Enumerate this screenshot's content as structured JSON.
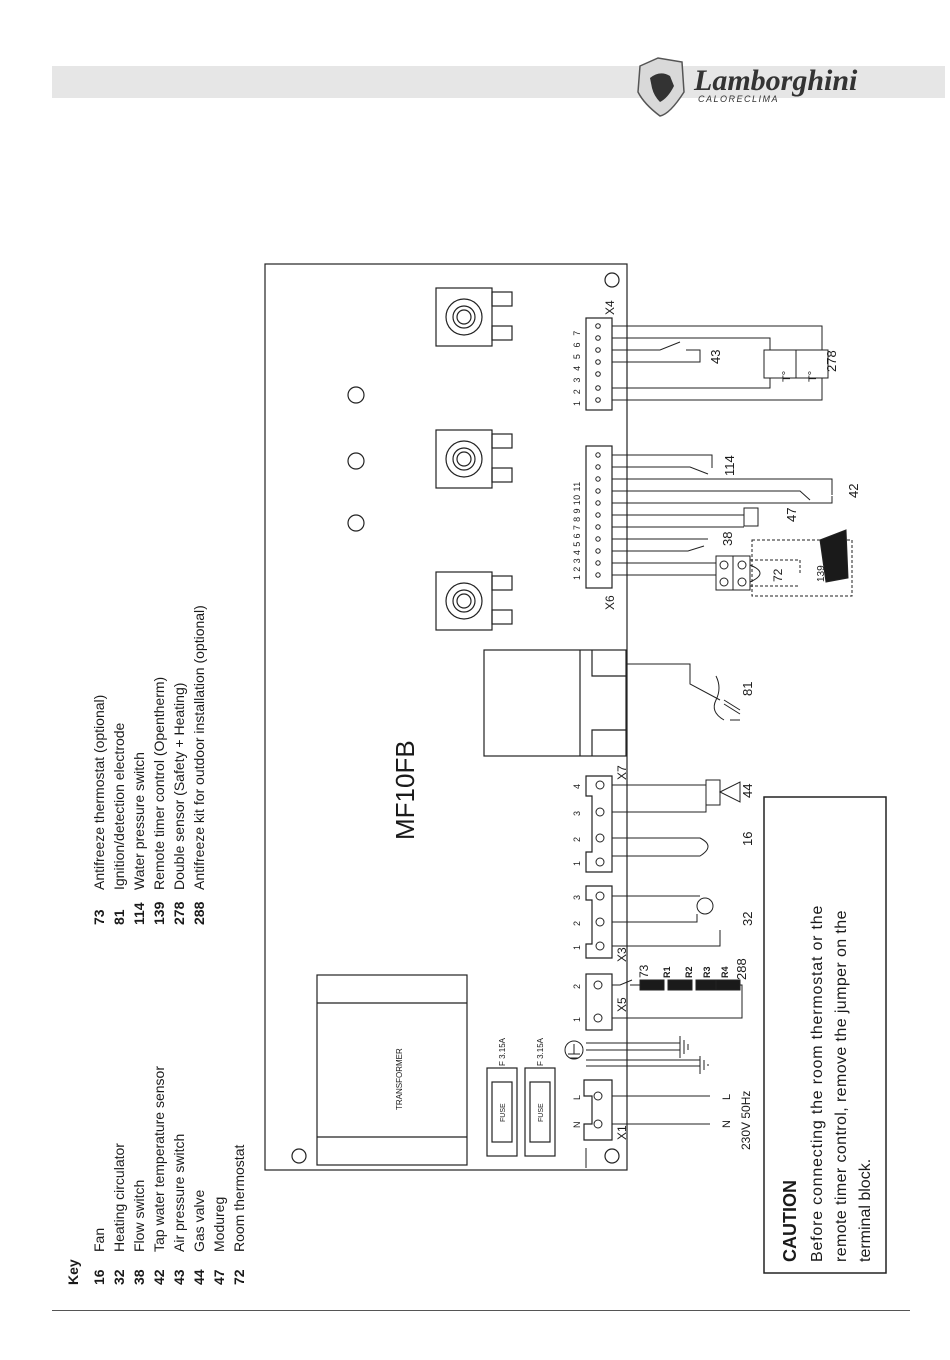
{
  "brand": {
    "name": "Lamborghini",
    "sub": "CALORECLIMA"
  },
  "board": {
    "model": "MF10FB",
    "transformer": "TRANSFORMER",
    "fuse_label": "FUSE",
    "fuse_rating": "F 3.15A",
    "supply": "230V 50Hz",
    "L": "L",
    "N": "N",
    "thermo_T": "T°"
  },
  "connectors": {
    "x1": "X1",
    "x3": "X3",
    "x4": "X4",
    "x5": "X5",
    "x6": "X6",
    "x7": "X7",
    "x4_pins": "1 2 3 4 5 6 7",
    "x6_pins": "1 2 3 4 5 6 7 8 9 10 11",
    "p1": "1",
    "p2": "2",
    "p3": "3",
    "p4": "4",
    "pN": "N",
    "pL": "L"
  },
  "components": {
    "c16": "16",
    "c32": "32",
    "c38": "38",
    "c42": "42",
    "c43": "43",
    "c44": "44",
    "c47": "47",
    "c72": "72",
    "c73": "73",
    "c81": "81",
    "c114": "114",
    "c139": "139",
    "c278": "278",
    "c288": "288",
    "r1": "R1",
    "r2": "R2",
    "r3": "R3",
    "r4": "R4"
  },
  "key": {
    "title": "Key",
    "items": [
      {
        "num": "16",
        "text": "Fan"
      },
      {
        "num": "32",
        "text": "Heating circulator"
      },
      {
        "num": "38",
        "text": "Flow switch"
      },
      {
        "num": "42",
        "text": "Tap water temperature sensor"
      },
      {
        "num": "43",
        "text": "Air pressure switch"
      },
      {
        "num": "44",
        "text": "Gas valve"
      },
      {
        "num": "47",
        "text": "Modureg"
      },
      {
        "num": "72",
        "text": "Room thermostat"
      },
      {
        "num": "73",
        "text": "Antifreeze thermostat (optional)"
      },
      {
        "num": "81",
        "text": "Ignition/detection electrode"
      },
      {
        "num": "114",
        "text": "Water pressure switch"
      },
      {
        "num": "139",
        "text": "Remote timer control (Opentherm)"
      },
      {
        "num": "278",
        "text": "Double sensor (Safety + Heating)"
      },
      {
        "num": "288",
        "text": "Antifreeze kit for outdoor installation (optional)"
      }
    ]
  },
  "caution": {
    "title": "CAUTION",
    "line1": "Before connecting the room thermostat or the",
    "line2": "remote timer control, remove the jumper on the",
    "line3": "terminal block."
  }
}
